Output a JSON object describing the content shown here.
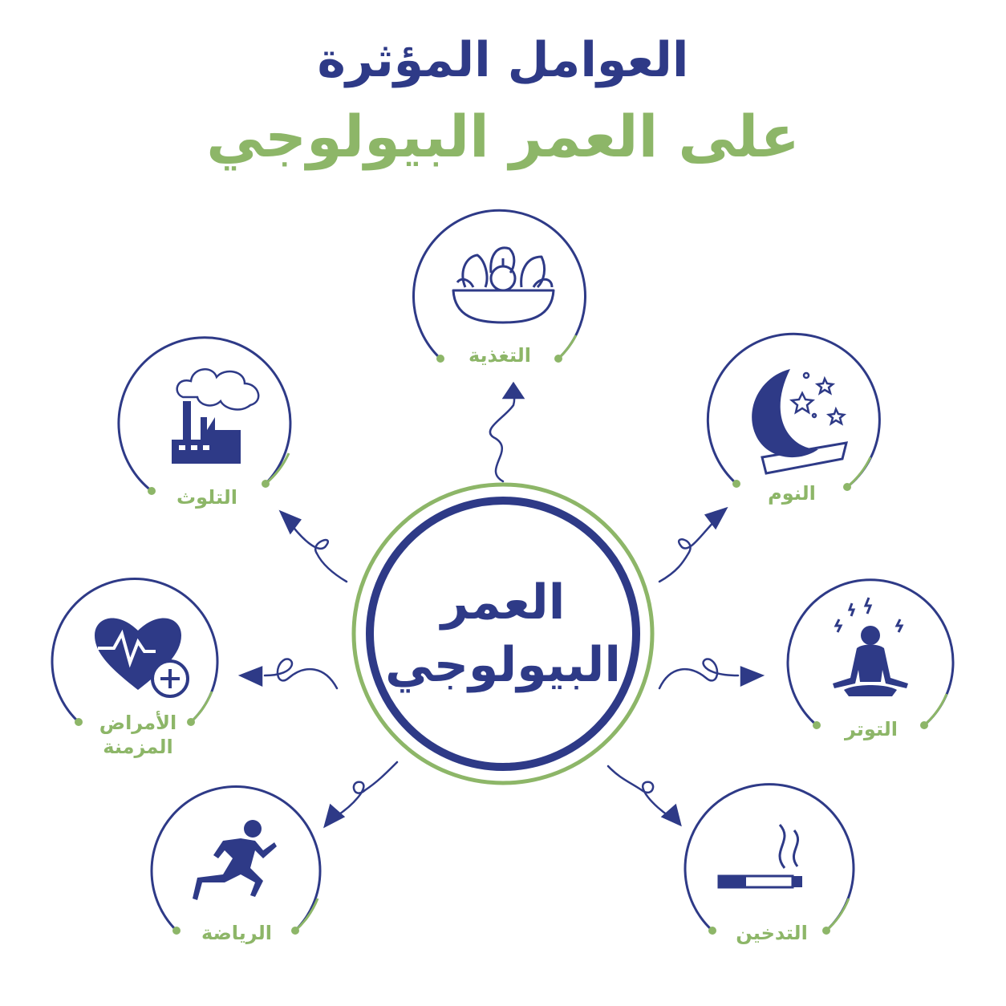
{
  "title": {
    "line1": "العوامل المؤثرة",
    "line2": "على العمر البيولوجي",
    "line1_color": "#2e3a87",
    "line2_color": "#8db668"
  },
  "center": {
    "line1": "العمر",
    "line2": "البيولوجي"
  },
  "factors": {
    "nutrition": {
      "label": "التغذية",
      "icon": "salad-bowl-icon"
    },
    "sleep": {
      "label": "النوم",
      "icon": "moon-pillow-icon"
    },
    "stress": {
      "label": "التوتر",
      "icon": "meditation-stress-icon"
    },
    "smoking": {
      "label": "التدخين",
      "icon": "cigarette-icon"
    },
    "exercise": {
      "label": "الرياضة",
      "icon": "runner-icon"
    },
    "chronic": {
      "label_line1": "الأمراض",
      "label_line2": "المزمنة",
      "icon": "heart-health-icon"
    },
    "pollution": {
      "label": "التلوث",
      "icon": "factory-pollution-icon"
    }
  },
  "colors": {
    "navy": "#2e3a87",
    "green": "#8db668"
  }
}
